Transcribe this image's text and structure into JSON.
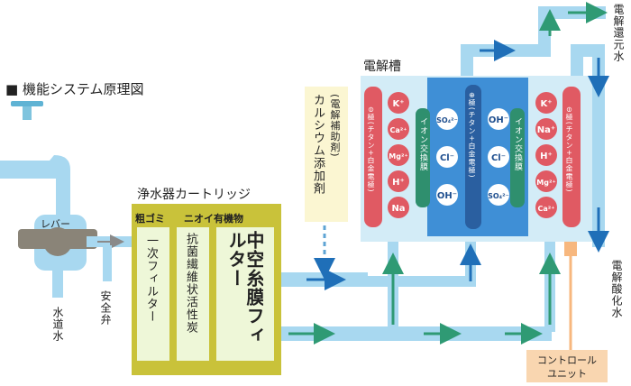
{
  "title": "■ 機能システム原理図",
  "lever_label": "レバー",
  "tap_water": "水道水",
  "safety_valve": "安全弁",
  "cartridge": {
    "title": "浄水器カートリッジ",
    "stage1_header": "粗ゴミ",
    "stage2_header": "ニオイ有機物",
    "stage1": "一次フィルター",
    "stage2": "抗菌繊維状活性炭",
    "stage3": "中空糸膜フィルター"
  },
  "calcium": "カルシウム添加剤",
  "calcium_sub": "(電解補助剤)",
  "cell": {
    "title": "電解槽",
    "neg_electrode_left": "⊖極(チタン+白金電極)",
    "pos_electrode": "⊕極(チタン+白金電極)",
    "neg_electrode_right": "⊖極(チタン+白金電極)",
    "membrane_left": "イオン交換膜",
    "membrane_right": "イオン交換膜",
    "ions_left": [
      "K⁺",
      "Ca²⁺",
      "Mg²⁺",
      "H⁺",
      "Na"
    ],
    "ions_center_a": [
      "SO₄²⁻",
      "Cl⁻",
      "OH⁻"
    ],
    "ions_center_b": [
      "OH⁻",
      "Cl⁻",
      "SO₄²⁻"
    ],
    "ions_right": [
      "K⁺",
      "Na⁺",
      "H⁺",
      "Mg²⁺",
      "Ca²⁺"
    ]
  },
  "reduced_water": "電解還元水",
  "acid_water": "電解酸化水",
  "control_unit": [
    "コントロール",
    "ユニット"
  ],
  "colors": {
    "pipe": "#a8d8f0",
    "cartridge": "#c9c23a",
    "filter": "#eef7d8",
    "ion": "#e05a63",
    "membrane": "#2f8f6e",
    "center": "#3f8fd6",
    "arrow_green": "#2f9a74",
    "arrow_blue": "#1f6fb8",
    "calcium": "#fbf6d2",
    "control": "#f9d6b0"
  }
}
